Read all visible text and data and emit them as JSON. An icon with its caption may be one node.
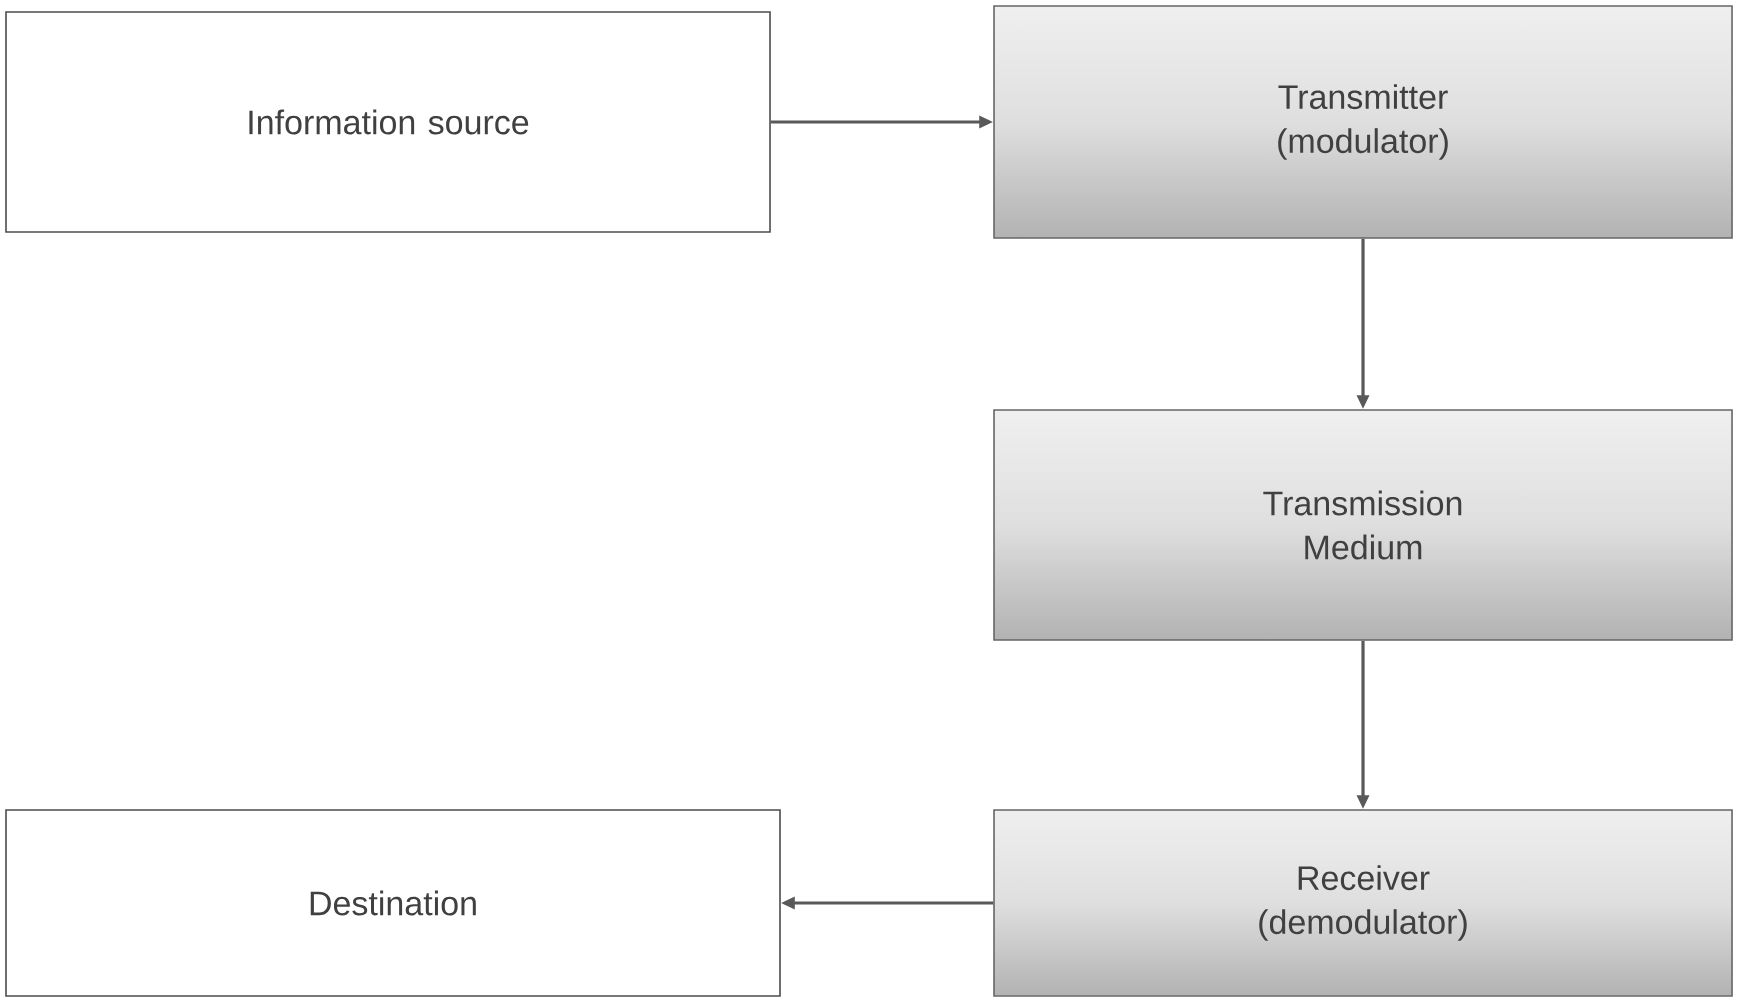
{
  "diagram": {
    "nodes": [
      {
        "text": [
          "Information source"
        ]
      },
      {
        "text": [
          "Transmitter (modulator)"
        ]
      },
      {
        "text": [
          "Transmission Medium"
        ]
      },
      {
        "text": [
          "Receiver (demodulator)"
        ]
      },
      {
        "text": [
          "Destination"
        ]
      }
    ],
    "edges": [
      {
        "from": 0,
        "to": 1,
        "arrow": "to"
      },
      {
        "from": 1,
        "to": 2,
        "arrow": "to"
      },
      {
        "from": 2,
        "to": 3,
        "arrow": "to"
      },
      {
        "from": 3,
        "to": 4,
        "arrow": "to"
      }
    ]
  }
}
